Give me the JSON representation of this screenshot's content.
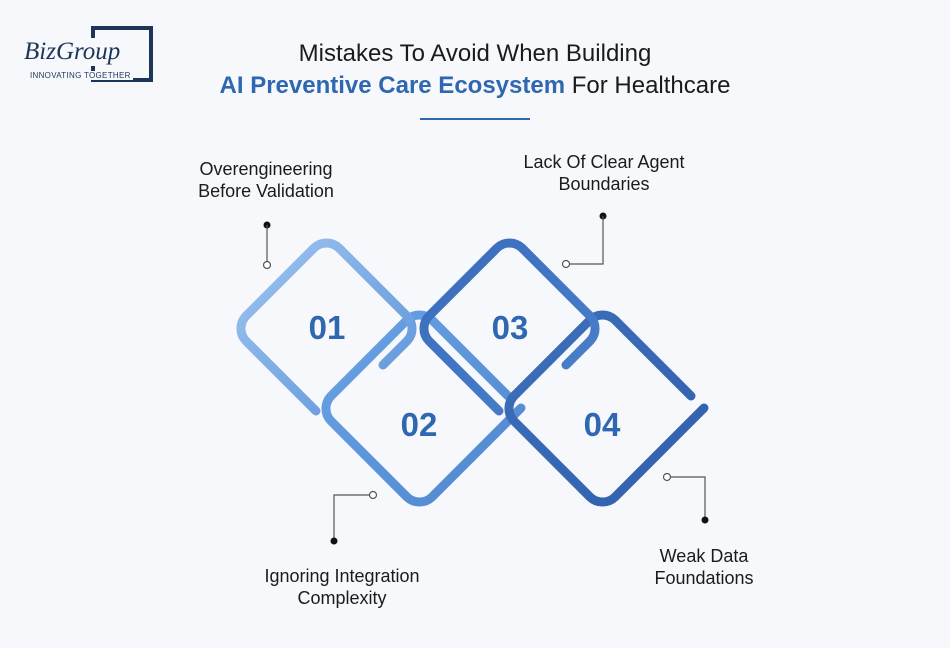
{
  "logo": {
    "name_part1": "Biz",
    "name_part2": "Group",
    "tagline": "INNOVATING TOGETHER"
  },
  "title": {
    "line1": "Mistakes To Avoid When Building",
    "line2_highlight": "AI Preventive Care Ecosystem",
    "line2_rest": "For Healthcare"
  },
  "steps": [
    {
      "number": "01",
      "label": "Overengineering\nBefore Validation"
    },
    {
      "number": "02",
      "label": "Ignoring Integration\nComplexity"
    },
    {
      "number": "03",
      "label": "Lack Of Clear Agent\nBoundaries"
    },
    {
      "number": "04",
      "label": "Weak Data\nFoundations"
    }
  ],
  "colors": {
    "accent": "#2f67b1",
    "light_blue": "#6aa3e6",
    "dark_blue": "#3f6fb8",
    "navy": "#1d3557"
  }
}
